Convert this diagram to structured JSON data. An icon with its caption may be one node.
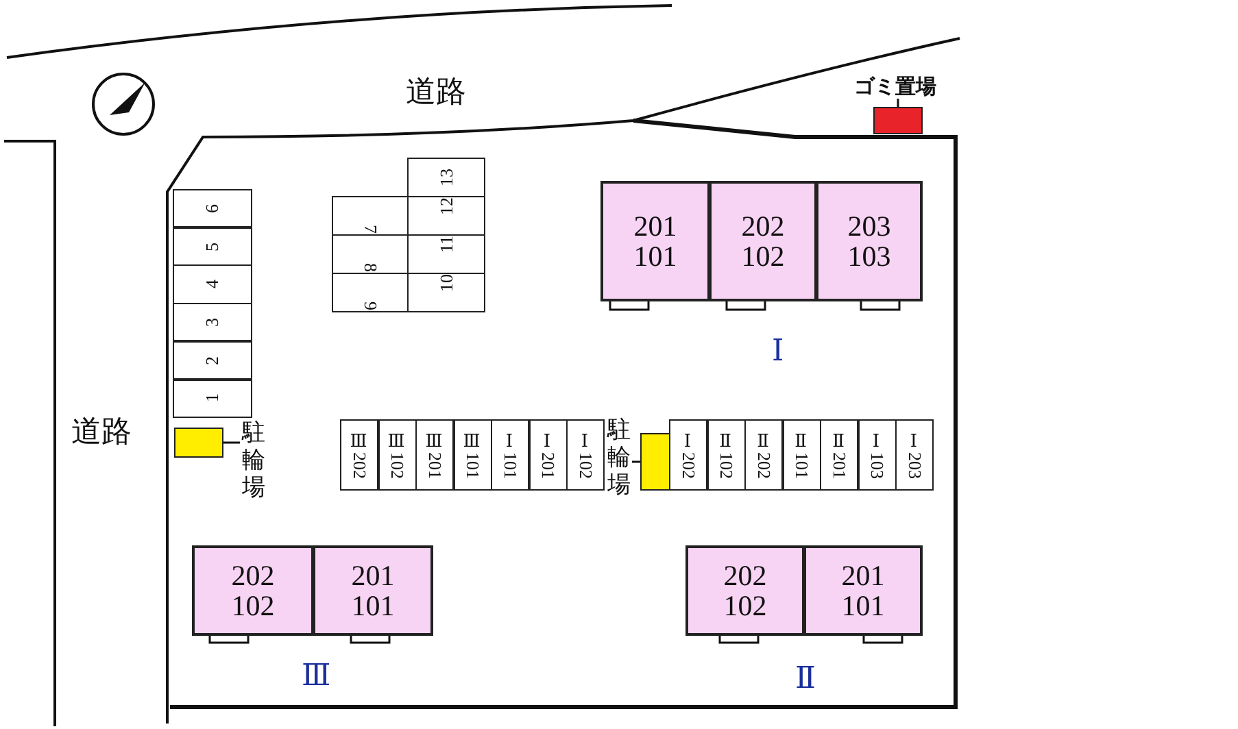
{
  "diagram": {
    "nodes": [
      {
        "text": [
          "ゴミ置場"
        ]
      },
      {
        "text": [],
        "shape": "box"
      },
      {
        "text": [
          "201",
          "101"
        ]
      },
      {
        "text": [
          "202",
          "102"
        ]
      },
      {
        "text": [
          "203",
          "103"
        ]
      },
      {
        "text": [
          "6"
        ]
      },
      {
        "text": [
          "5"
        ]
      },
      {
        "text": [
          "4"
        ]
      },
      {
        "text": [
          "3"
        ]
      },
      {
        "text": [
          "2"
        ]
      },
      {
        "text": [
          "1"
        ]
      },
      {
        "text": [
          "13"
        ]
      },
      {
        "text": [
          "7"
        ]
      },
      {
        "text": [
          "12"
        ]
      },
      {
        "text": [
          "8"
        ]
      },
      {
        "text": [
          "11"
        ]
      },
      {
        "text": [
          "9"
        ]
      },
      {
        "text": [
          "10"
        ]
      },
      {
        "text": [
          "駐輪場"
        ]
      },
      {
        "text": [],
        "shape": "box"
      },
      {
        "text": [
          "Ⅲ202"
        ]
      },
      {
        "text": [
          "Ⅲ102"
        ]
      },
      {
        "text": [
          "Ⅲ201"
        ]
      },
      {
        "text": [
          "Ⅲ101"
        ]
      },
      {
        "text": [
          "Ⅰ101"
        ]
      },
      {
        "text": [
          "Ⅰ201"
        ]
      },
      {
        "text": [
          "Ⅰ102"
        ]
      },
      {
        "text": [
          "駐輪場"
        ]
      },
      {
        "text": [],
        "shape": "box"
      },
      {
        "text": [
          "Ⅰ202"
        ]
      },
      {
        "text": [
          "Ⅱ102"
        ]
      },
      {
        "text": [
          "Ⅱ202"
        ]
      },
      {
        "text": [
          "Ⅱ101"
        ]
      },
      {
        "text": [
          "Ⅱ201"
        ]
      },
      {
        "text": [
          "Ⅰ103"
        ]
      },
      {
        "text": [
          "Ⅰ203"
        ]
      },
      {
        "text": [
          "202",
          "102"
        ]
      },
      {
        "text": [
          "201",
          "101"
        ]
      },
      {
        "text": [
          "202",
          "102"
        ]
      },
      {
        "text": [
          "201",
          "101"
        ]
      }
    ],
    "edges": [
      {
        "from": 0,
        "to": 1,
        "arrow": "none"
      },
      {
        "from": 18,
        "to": 19,
        "arrow": "none"
      },
      {
        "from": 27,
        "to": 28,
        "arrow": "none"
      }
    ],
    "labels": [
      "道路",
      "道路",
      "Ⅰ",
      "Ⅲ",
      "Ⅱ"
    ]
  }
}
